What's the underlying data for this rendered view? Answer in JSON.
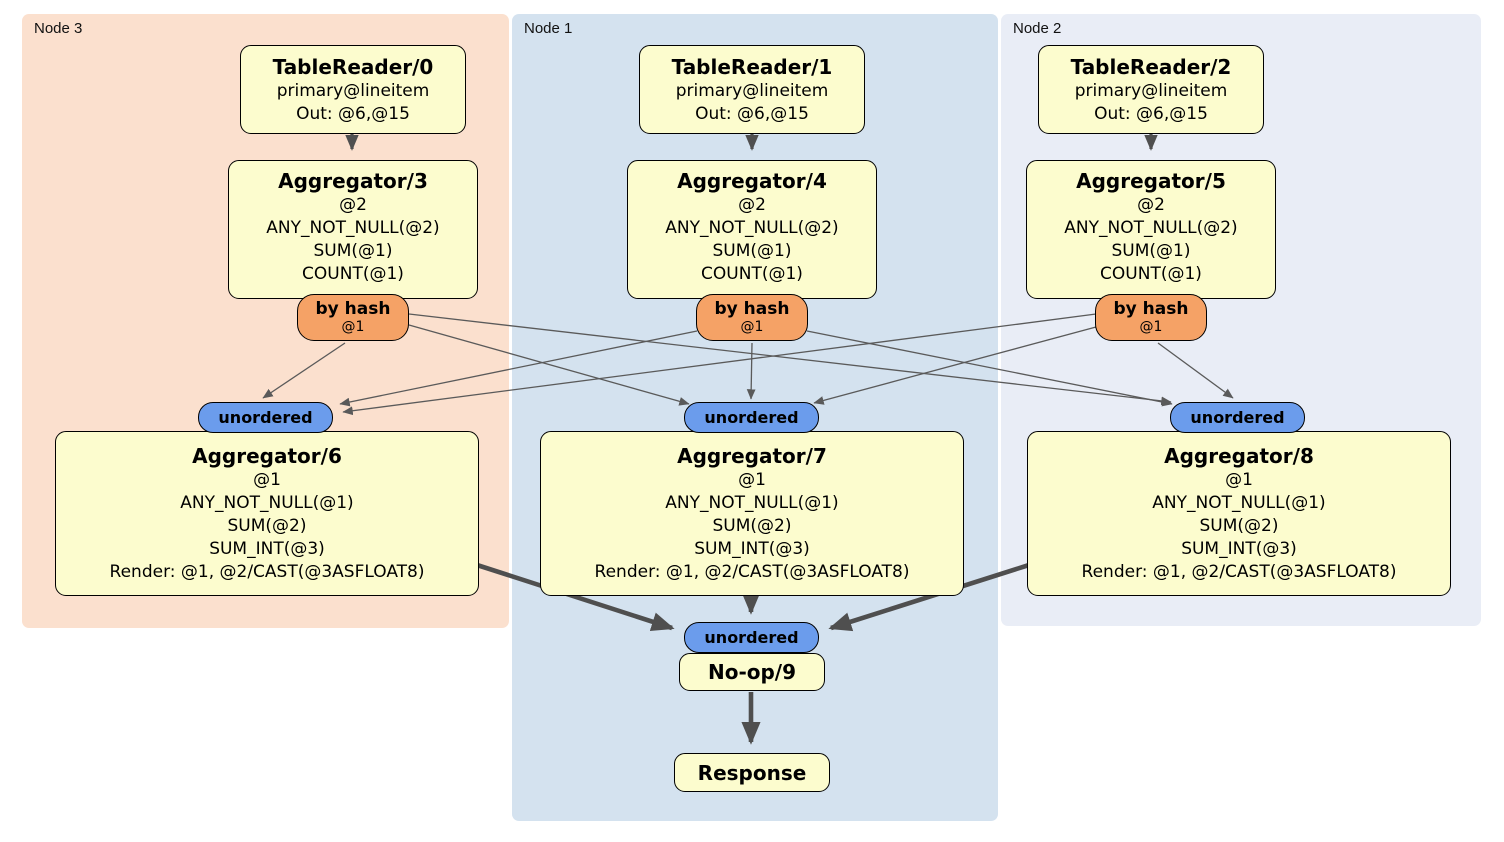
{
  "regions": [
    {
      "label": "Node 3"
    },
    {
      "label": "Node 1"
    },
    {
      "label": "Node 2"
    }
  ],
  "columns": [
    {
      "region": "Node 3",
      "table_reader": {
        "title": "TableReader/0",
        "index": "primary@lineitem",
        "out": "Out: @6,@15"
      },
      "pre_aggregator": {
        "title": "Aggregator/3",
        "lines": [
          "@2",
          "ANY_NOT_NULL(@2)",
          "SUM(@1)",
          "COUNT(@1)"
        ]
      },
      "router": {
        "label": "by hash",
        "detail": "@1"
      },
      "stream": {
        "label": "unordered"
      },
      "post_aggregator": {
        "title": "Aggregator/6",
        "lines": [
          "@1",
          "ANY_NOT_NULL(@1)",
          "SUM(@2)",
          "SUM_INT(@3)",
          "Render: @1, @2/CAST(@3ASFLOAT8)"
        ]
      }
    },
    {
      "region": "Node 1",
      "table_reader": {
        "title": "TableReader/1",
        "index": "primary@lineitem",
        "out": "Out: @6,@15"
      },
      "pre_aggregator": {
        "title": "Aggregator/4",
        "lines": [
          "@2",
          "ANY_NOT_NULL(@2)",
          "SUM(@1)",
          "COUNT(@1)"
        ]
      },
      "router": {
        "label": "by hash",
        "detail": "@1"
      },
      "stream": {
        "label": "unordered"
      },
      "post_aggregator": {
        "title": "Aggregator/7",
        "lines": [
          "@1",
          "ANY_NOT_NULL(@1)",
          "SUM(@2)",
          "SUM_INT(@3)",
          "Render: @1, @2/CAST(@3ASFLOAT8)"
        ]
      }
    },
    {
      "region": "Node 2",
      "table_reader": {
        "title": "TableReader/2",
        "index": "primary@lineitem",
        "out": "Out: @6,@15"
      },
      "pre_aggregator": {
        "title": "Aggregator/5",
        "lines": [
          "@2",
          "ANY_NOT_NULL(@2)",
          "SUM(@1)",
          "COUNT(@1)"
        ]
      },
      "router": {
        "label": "by hash",
        "detail": "@1"
      },
      "stream": {
        "label": "unordered"
      },
      "post_aggregator": {
        "title": "Aggregator/8",
        "lines": [
          "@1",
          "ANY_NOT_NULL(@1)",
          "SUM(@2)",
          "SUM_INT(@3)",
          "Render: @1, @2/CAST(@3ASFLOAT8)"
        ]
      }
    }
  ],
  "final": {
    "stream": {
      "label": "unordered"
    },
    "noop": {
      "title": "No-op/9"
    },
    "response": {
      "title": "Response"
    }
  },
  "colors": {
    "canvas_bg": "#FFFFFF",
    "region_node3": "#FBE0CE",
    "region_node1": "#D4E2EF",
    "region_node2": "#E9EDF6",
    "node_fill": "#FCFCCE",
    "node_border": "#000000",
    "router_fill": "#F5A266",
    "stream_fill": "#6B9CEC",
    "edge_thin": "#5A5A5A",
    "edge_thick": "#4F4F4F",
    "text": "#000000"
  }
}
